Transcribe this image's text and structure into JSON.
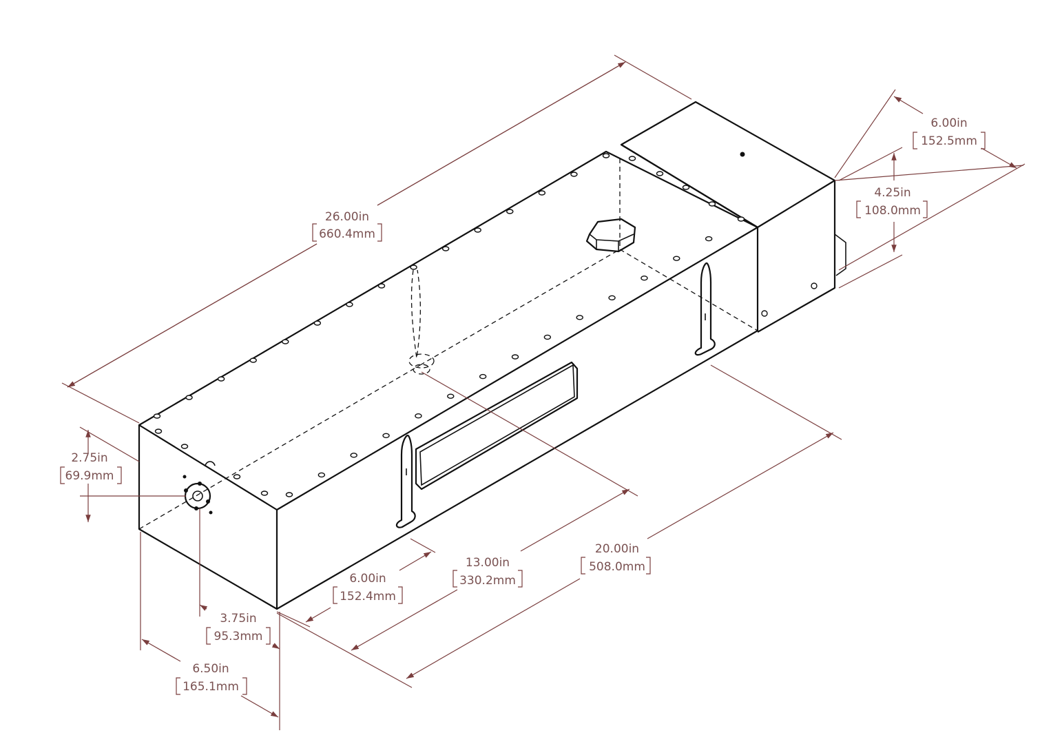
{
  "drawing": {
    "accent_color": "#7a3e3e",
    "line_color": "#111111",
    "dimensions": {
      "overall_length": {
        "imperial": "26.00in",
        "metric": "660.4mm"
      },
      "box_width": {
        "imperial": "6.00in",
        "metric": "152.5mm"
      },
      "box_height": {
        "imperial": "4.25in",
        "metric": "108.0mm"
      },
      "port_height": {
        "imperial": "2.75in",
        "metric": "69.9mm"
      },
      "port_offset": {
        "imperial": "3.75in",
        "metric": "95.3mm"
      },
      "overall_width": {
        "imperial": "6.50in",
        "metric": "165.1mm"
      },
      "first_handle": {
        "imperial": "6.00in",
        "metric": "152.4mm"
      },
      "window_position": {
        "imperial": "13.00in",
        "metric": "330.2mm"
      },
      "handle_spacing": {
        "imperial": "20.00in",
        "metric": "508.0mm"
      }
    }
  }
}
